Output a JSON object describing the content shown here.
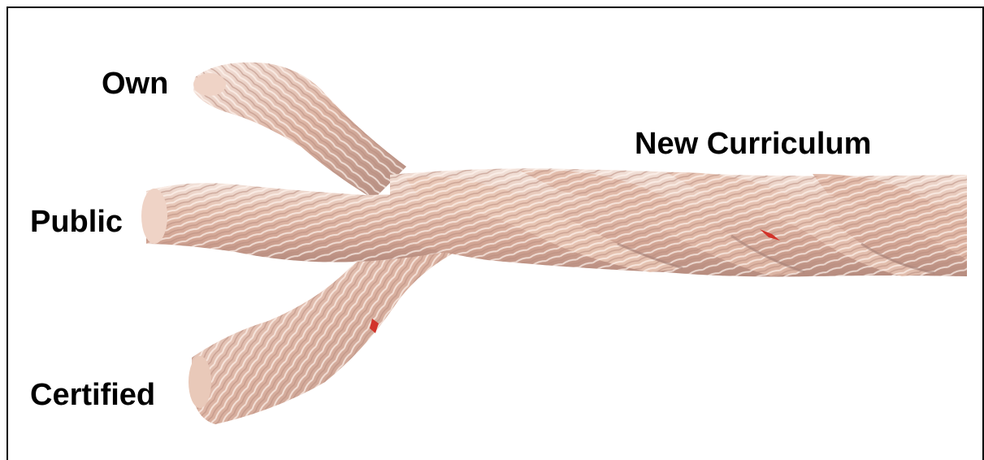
{
  "labels": {
    "own": "Own",
    "public": "Public",
    "certified": "Certified",
    "merged": "New Curriculum"
  },
  "rope_colors": {
    "base": "#d9b0a0",
    "highlight": "#f5ece6",
    "shadow": "#a9837a",
    "fiber_light": "#fff6f0",
    "fiber_dark": "#b98e80",
    "red_fleck": "#d2332a"
  },
  "figure": {
    "subject": "three-strand-rope",
    "strand_count": 3
  }
}
